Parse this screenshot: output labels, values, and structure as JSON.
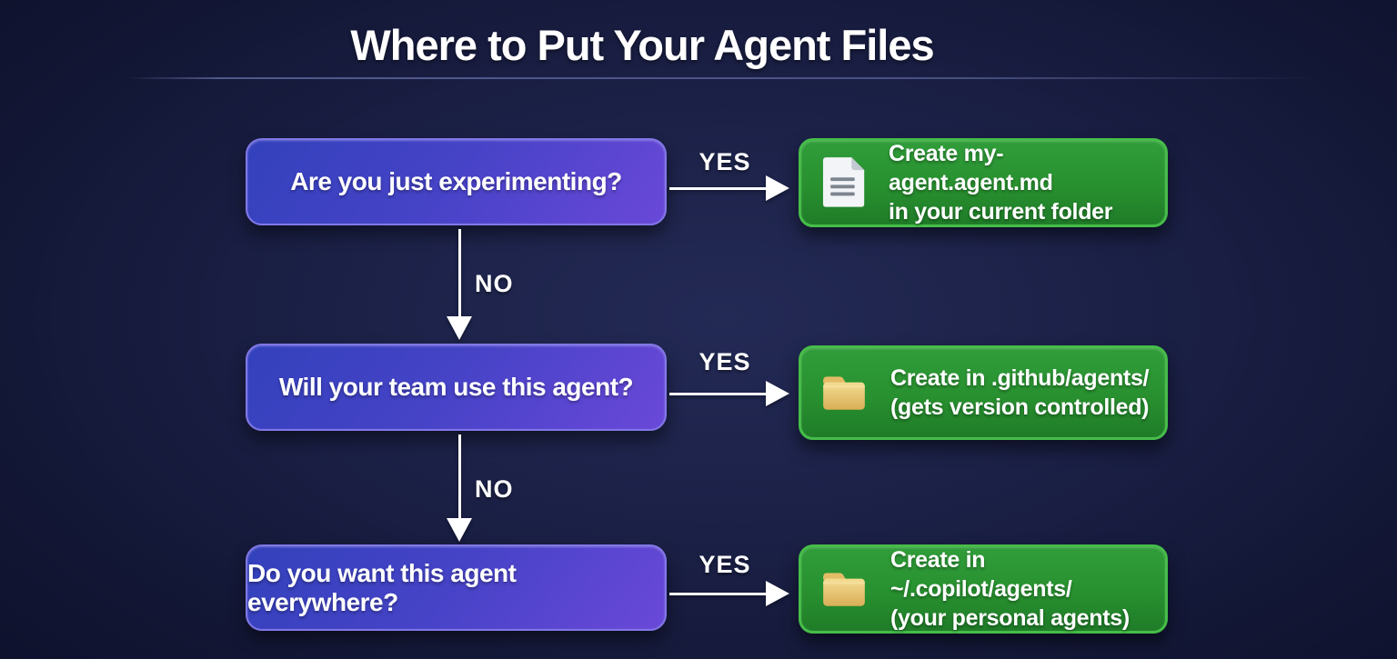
{
  "title": "Where to Put Your Agent Files",
  "colors": {
    "background_center": "#232a55",
    "background_edge": "#0c0f28",
    "question_gradient_start": "#3341bc",
    "question_gradient_end": "#6a48d8",
    "question_border": "#8177e8",
    "answer_gradient_start": "#309d3a",
    "answer_gradient_end": "#1f7c28",
    "answer_border": "#46bd49",
    "arrow": "#ffffff",
    "text": "#ffffff",
    "folder_icon": "#eecf7f",
    "document_icon": "#f2f4f7"
  },
  "flow": {
    "rows": [
      {
        "question": "Are you just experimenting?",
        "yes_label": "YES",
        "no_label": "NO",
        "answer": {
          "icon": "document-icon",
          "line1": "Create my-agent.agent.md",
          "line2": "in your current folder"
        }
      },
      {
        "question": "Will your team use this agent?",
        "yes_label": "YES",
        "no_label": "NO",
        "answer": {
          "icon": "folder-icon",
          "line1": "Create in .github/agents/",
          "line2": "(gets version controlled)"
        }
      },
      {
        "question": "Do you want this agent everywhere?",
        "yes_label": "YES",
        "answer": {
          "icon": "folder-icon",
          "line1": "Create in ~/.copilot/agents/",
          "line2": "(your personal agents)"
        }
      }
    ]
  }
}
